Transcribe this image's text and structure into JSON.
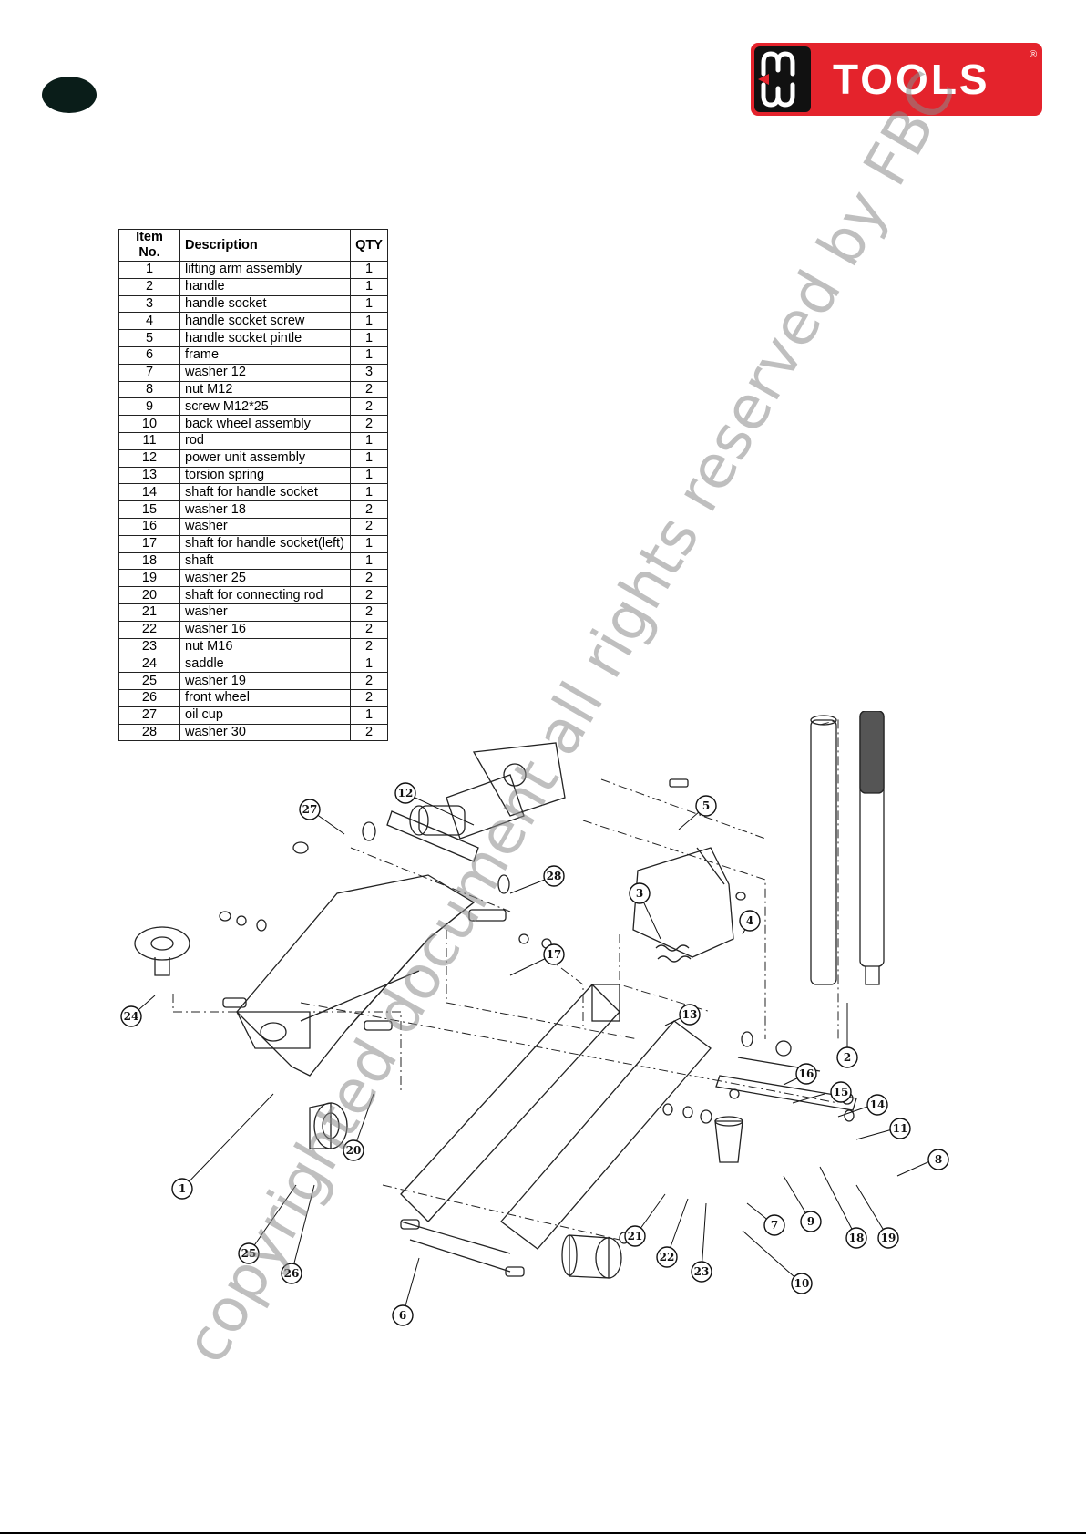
{
  "brand": {
    "logo_text": "TOOLS",
    "logo_mark": "MW",
    "registered": "®",
    "color": "#e4232c"
  },
  "table": {
    "headers": [
      "Item No.",
      "Description",
      "QTY"
    ],
    "rows": [
      [
        "1",
        "lifting arm assembly",
        "1"
      ],
      [
        "2",
        "handle",
        "1"
      ],
      [
        "3",
        "handle socket",
        "1"
      ],
      [
        "4",
        "handle socket screw",
        "1"
      ],
      [
        "5",
        "handle socket pintle",
        "1"
      ],
      [
        "6",
        "frame",
        "1"
      ],
      [
        "7",
        "washer 12",
        "3"
      ],
      [
        "8",
        "nut M12",
        "2"
      ],
      [
        "9",
        "screw M12*25",
        "2"
      ],
      [
        "10",
        "back wheel assembly",
        "2"
      ],
      [
        "11",
        "rod",
        "1"
      ],
      [
        "12",
        "power unit assembly",
        "1"
      ],
      [
        "13",
        "torsion spring",
        "1"
      ],
      [
        "14",
        "shaft for handle socket",
        "1"
      ],
      [
        "15",
        "washer 18",
        "2"
      ],
      [
        "16",
        "washer",
        "2"
      ],
      [
        "17",
        "shaft for handle socket(left)",
        "1"
      ],
      [
        "18",
        "shaft",
        "1"
      ],
      [
        "19",
        "washer 25",
        "2"
      ],
      [
        "20",
        "shaft for connecting rod",
        "2"
      ],
      [
        "21",
        "washer",
        "2"
      ],
      [
        "22",
        "washer 16",
        "2"
      ],
      [
        "23",
        "nut M16",
        "2"
      ],
      [
        "24",
        "saddle",
        "1"
      ],
      [
        "25",
        "washer 19",
        "2"
      ],
      [
        "26",
        "front wheel",
        "2"
      ],
      [
        "27",
        "oil cup",
        "1"
      ],
      [
        "28",
        "washer 30",
        "2"
      ]
    ]
  },
  "diagram": {
    "callouts": [
      "1",
      "2",
      "3",
      "4",
      "5",
      "6",
      "7",
      "8",
      "9",
      "10",
      "11",
      "12",
      "13",
      "14",
      "15",
      "16",
      "17",
      "18",
      "19",
      "20",
      "21",
      "22",
      "23",
      "24",
      "25",
      "26",
      "27",
      "28"
    ]
  },
  "watermark": {
    "text": "copyrighted document all rights reserved by FBC"
  }
}
